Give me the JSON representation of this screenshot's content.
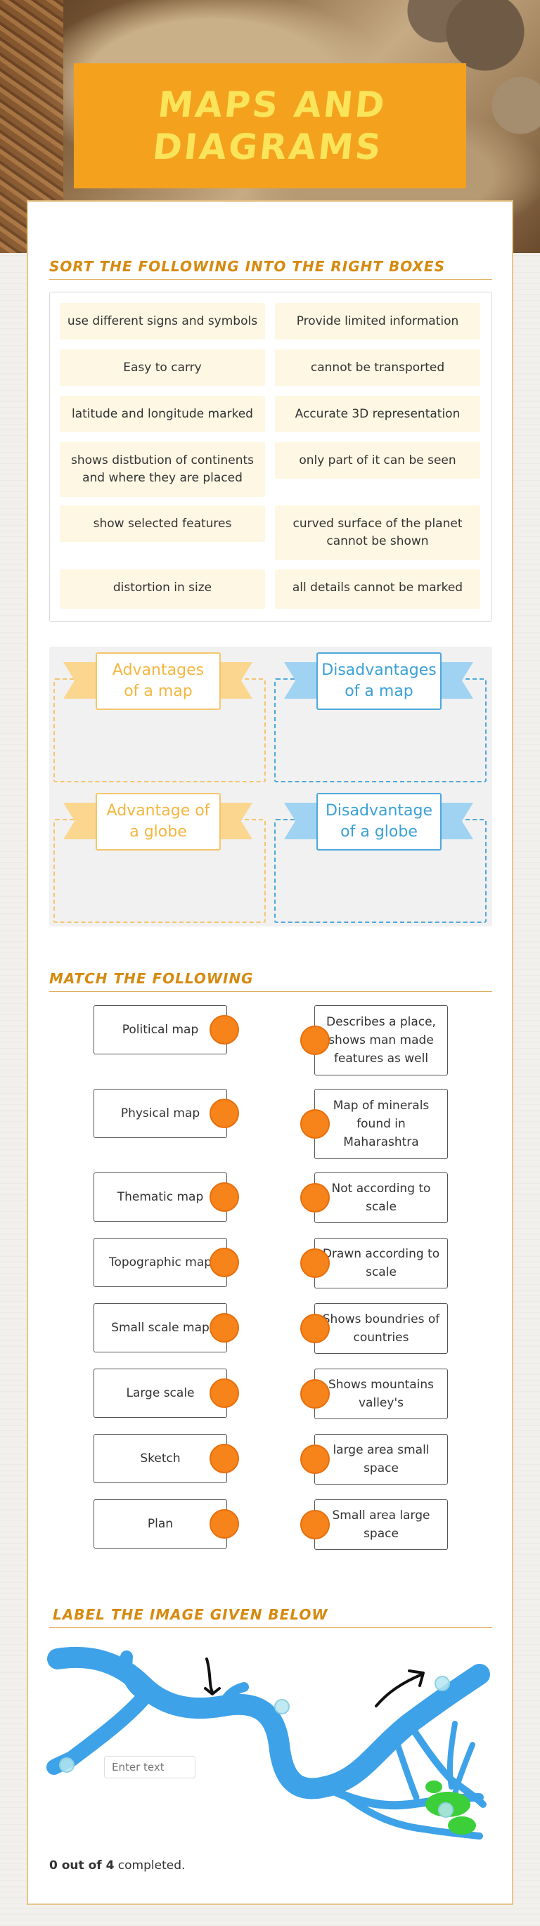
{
  "title": "Maps and Diagrams",
  "sections": {
    "sort": {
      "heading": "Sort the following into the right boxes",
      "chips": [
        "use different signs and symbols",
        "Provide limited information",
        "Easy to carry",
        "cannot be transported",
        "latitude and longitude marked",
        "Accurate 3D representation",
        "shows distbution  of continents and where they are placed",
        "only part of it can be seen",
        "show selected features",
        "curved surface of the planet cannot be shown",
        "distortion in size",
        "all details cannot be marked"
      ],
      "zones": [
        "Advantages of a map",
        "Disadvantages of a map",
        "Advantage of a globe",
        "Disadvantage of a globe"
      ]
    },
    "match": {
      "heading": "Match the following",
      "left": [
        "Political map",
        "Physical map",
        "Thematic map",
        "Topographic map",
        "Small scale map",
        "Large scale",
        "Sketch",
        "Plan"
      ],
      "right": [
        "Describes a place, shows man made features as well",
        "Map of minerals found in Maharashtra",
        "Not according to scale",
        "Drawn according to scale",
        "Shows boundries of countries",
        "Shows mountains valley's",
        "large area small space",
        "Small area large space"
      ]
    },
    "label": {
      "heading": "Label the image given below",
      "input_placeholder": "Enter text"
    }
  },
  "progress": {
    "count": "0 out of 4",
    "suffix": " completed."
  },
  "colors": {
    "accent_orange": "#f4a11d",
    "heading_orange": "#d68a0f",
    "dot_orange": "#f7831b",
    "river_blue": "#3ea2e8",
    "zone_blue": "#4ea8dc",
    "zone_yellow": "#f5c56c"
  }
}
